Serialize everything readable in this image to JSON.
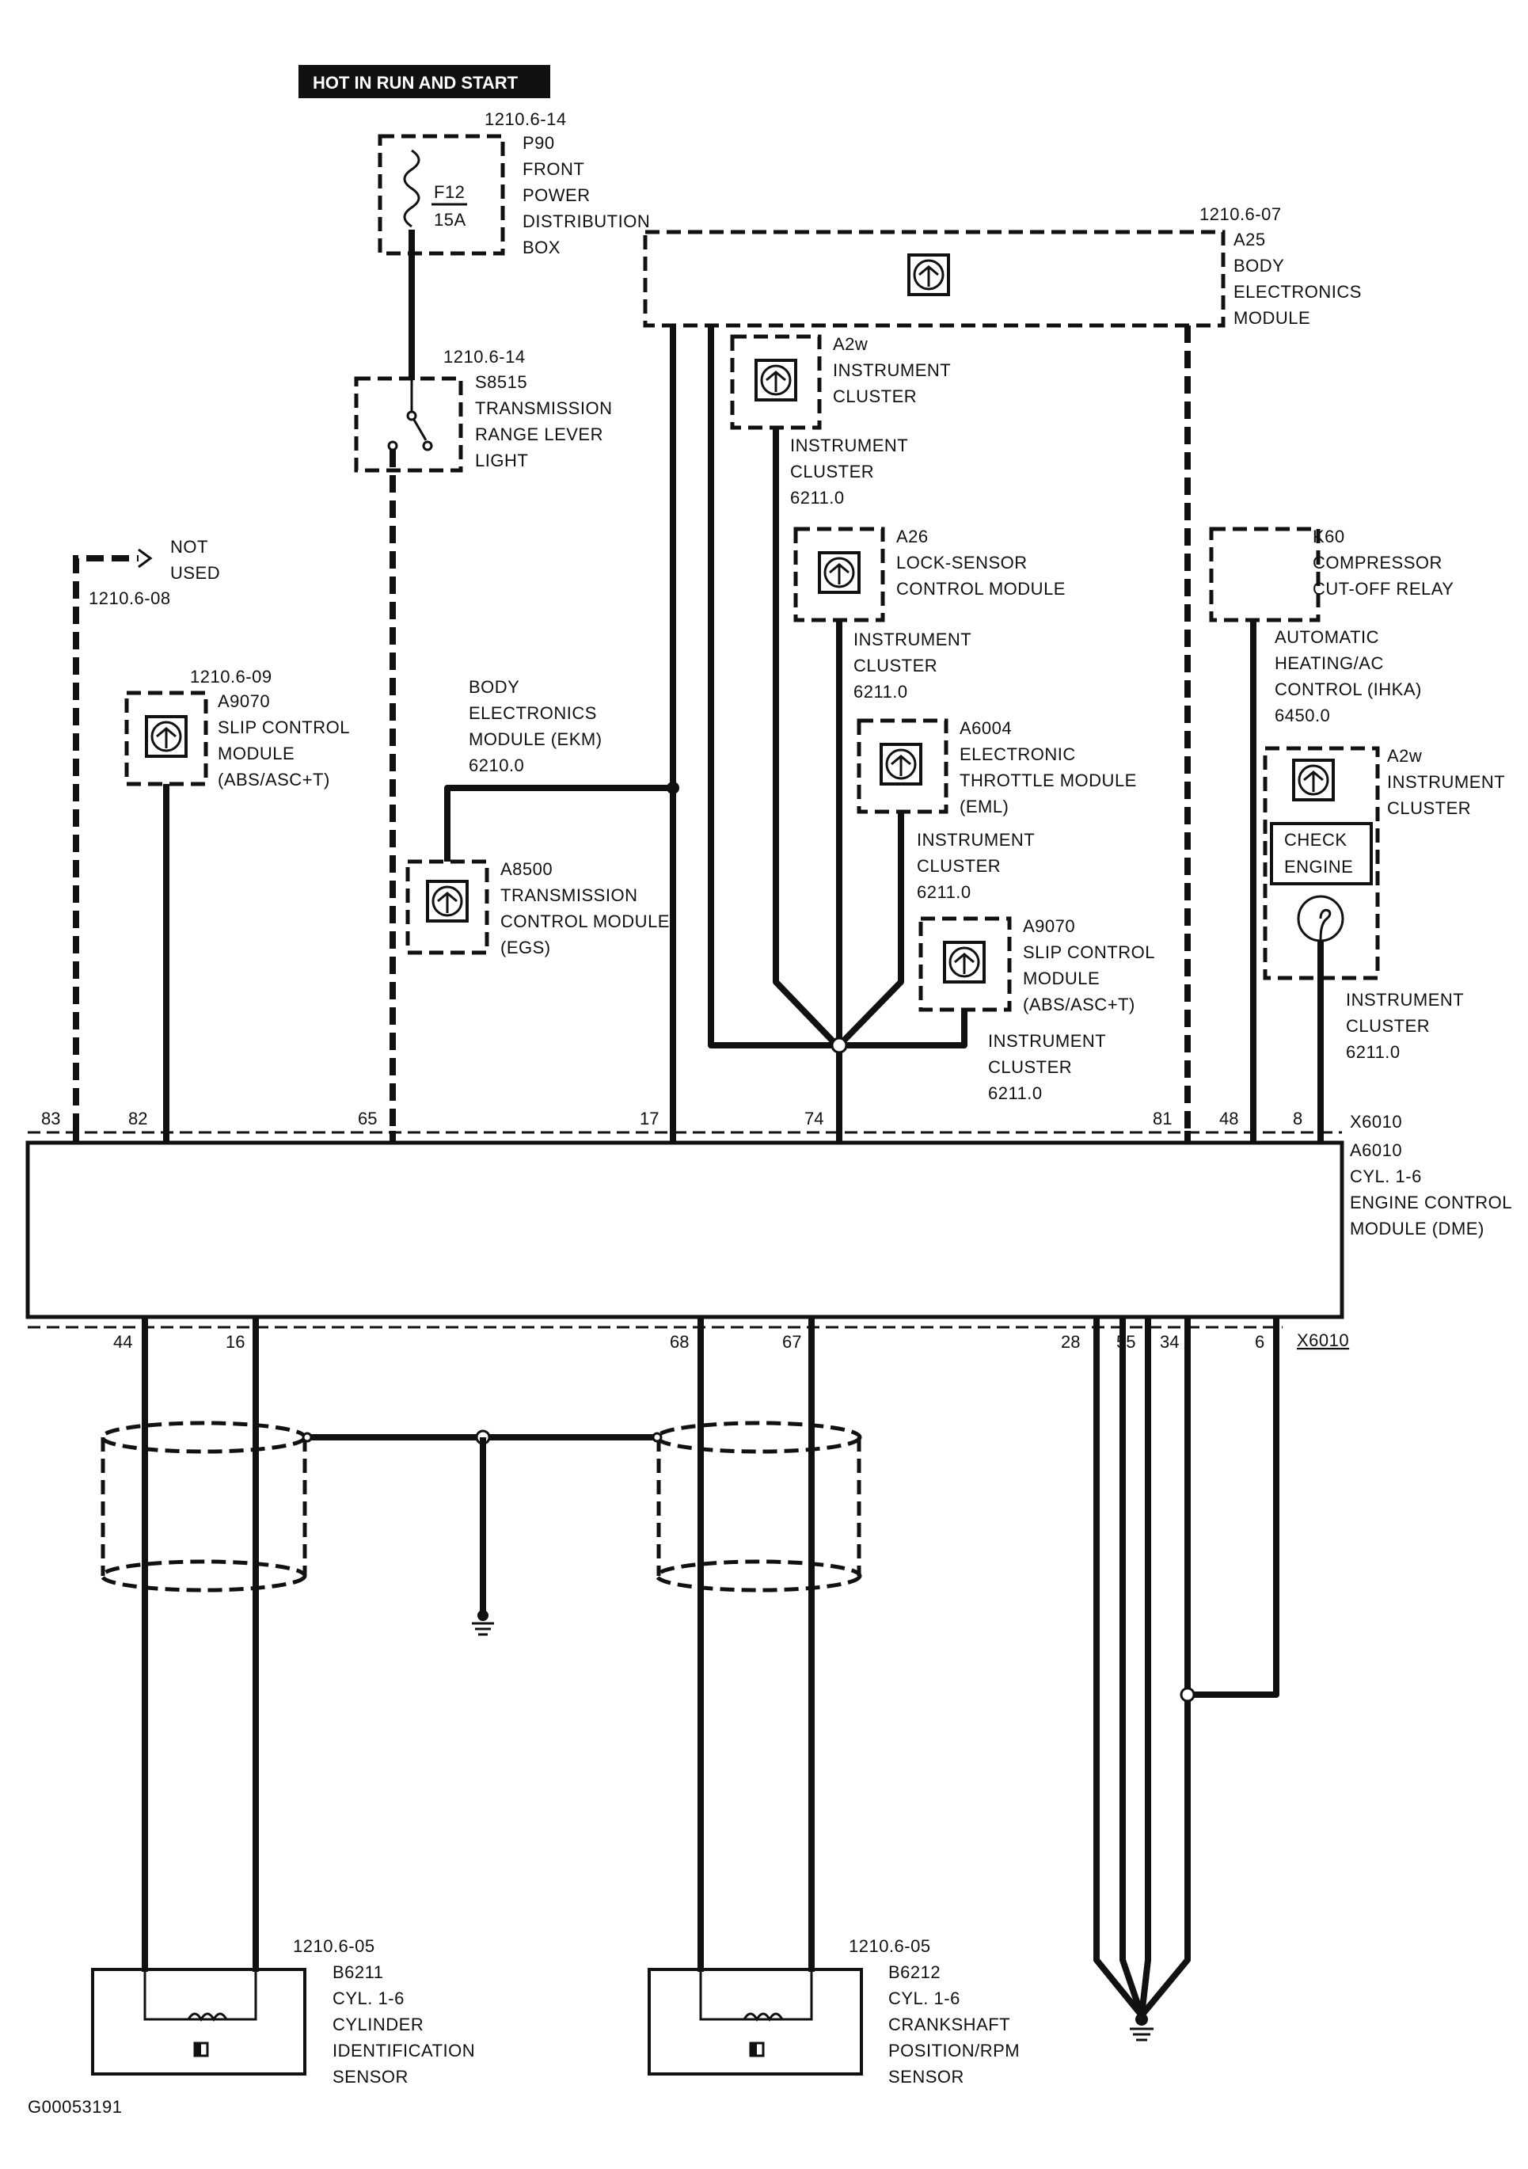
{
  "banner": "HOT IN RUN AND START",
  "fusebox": {
    "ref": "1210.6-14",
    "code": "P90",
    "name": [
      "FRONT",
      "POWER",
      "DISTRIBUTION",
      "BOX"
    ],
    "fuse": "F12",
    "rating": "15A"
  },
  "switch": {
    "ref": "1210.6-14",
    "code": "S8515",
    "name": [
      "TRANSMISSION",
      "RANGE LEVER",
      "LIGHT"
    ]
  },
  "not_used": {
    "text": [
      "NOT",
      "USED"
    ],
    "ref": "1210.6-08"
  },
  "slip_left": {
    "ref": "1210.6-09",
    "code": "A9070",
    "name": [
      "SLIP CONTROL",
      "MODULE",
      "(ABS/ASC+T)"
    ]
  },
  "ekm_label": [
    "BODY",
    "ELECTRONICS",
    "MODULE (EKM)",
    "6210.0"
  ],
  "egs": {
    "code": "A8500",
    "name": [
      "TRANSMISSION",
      "CONTROL MODULE",
      "(EGS)"
    ]
  },
  "body_module": {
    "ref": "1210.6-07",
    "code": "A25",
    "name": [
      "BODY",
      "ELECTRONICS",
      "MODULE"
    ]
  },
  "cluster_a2w": {
    "code": "A2w",
    "name": [
      "INSTRUMENT",
      "CLUSTER"
    ],
    "wire_label": [
      "INSTRUMENT",
      "CLUSTER",
      "6211.0"
    ]
  },
  "lock_sensor": {
    "code": "A26",
    "name": [
      "LOCK-SENSOR",
      "CONTROL MODULE"
    ],
    "wire_label": [
      "INSTRUMENT",
      "CLUSTER",
      "6211.0"
    ]
  },
  "throttle": {
    "code": "A6004",
    "name": [
      "ELECTRONIC",
      "THROTTLE MODULE",
      "(EML)"
    ],
    "wire_label": [
      "INSTRUMENT",
      "CLUSTER",
      "6211.0"
    ]
  },
  "slip_right": {
    "code": "A9070",
    "name": [
      "SLIP CONTROL",
      "MODULE",
      "(ABS/ASC+T)"
    ],
    "wire_label": [
      "INSTRUMENT",
      "CLUSTER",
      "6211.0"
    ]
  },
  "relay": {
    "code": "K60",
    "name": [
      "COMPRESSOR",
      "CUT-OFF RELAY"
    ],
    "wire_label": [
      "AUTOMATIC",
      "HEATING/AC",
      "CONTROL (IHKA)",
      "6450.0"
    ]
  },
  "cluster_right": {
    "code": "A2w",
    "name": [
      "INSTRUMENT",
      "CLUSTER"
    ],
    "lamp": [
      "CHECK",
      "ENGINE"
    ],
    "wire_label": [
      "INSTRUMENT",
      "CLUSTER",
      "6211.0"
    ]
  },
  "ecm": {
    "connector": "X6010",
    "code": "A6010",
    "name": [
      "CYL. 1-6",
      "ENGINE CONTROL",
      "MODULE (DME)"
    ]
  },
  "top_pins": [
    "83",
    "82",
    "65",
    "17",
    "74",
    "81",
    "48",
    "8"
  ],
  "bottom_pins": [
    "44",
    "16",
    "68",
    "67",
    "28",
    "55",
    "34",
    "6"
  ],
  "bottom_connector": "X6010",
  "cyl_sensor": {
    "ref": "1210.6-05",
    "code": "B6211",
    "name": [
      "CYL. 1-6",
      "CYLINDER",
      "IDENTIFICATION",
      "SENSOR"
    ]
  },
  "crank_sensor": {
    "ref": "1210.6-05",
    "code": "B6212",
    "name": [
      "CYL. 1-6",
      "CRANKSHAFT",
      "POSITION/RPM",
      "SENSOR"
    ]
  },
  "figure_id": "G00053191"
}
